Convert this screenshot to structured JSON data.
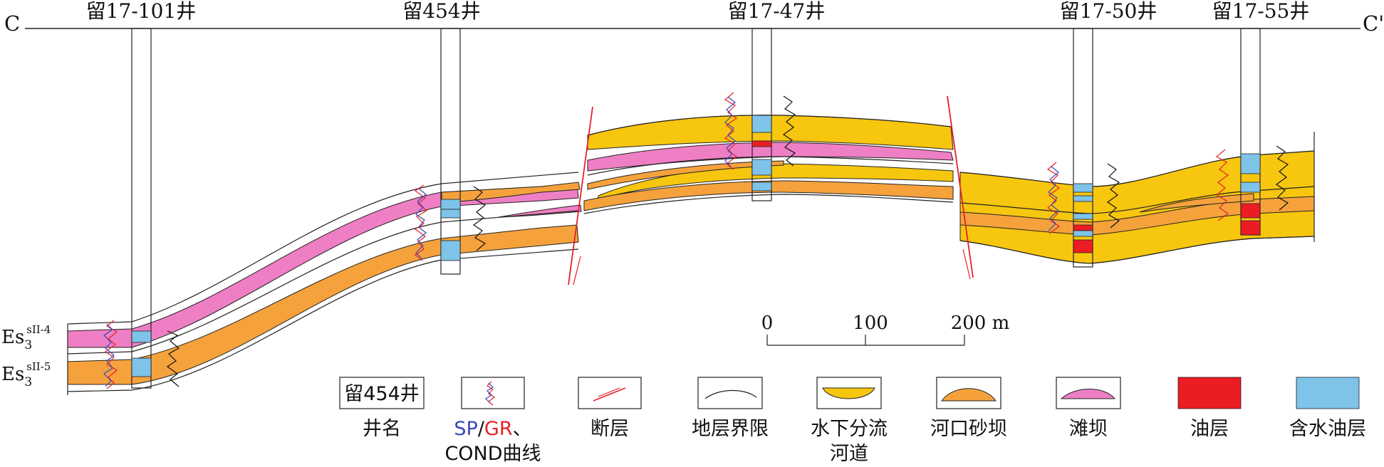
{
  "section": {
    "start_label": "C",
    "end_label": "C'",
    "wells": [
      {
        "name": "留17-101井"
      },
      {
        "name": "留454井"
      },
      {
        "name": "留17-47井"
      },
      {
        "name": "留17-50井"
      },
      {
        "name": "留17-55井"
      }
    ]
  },
  "strata": {
    "upper": {
      "prefix": "Es",
      "sub": "3",
      "sup": "sII-4"
    },
    "lower": {
      "prefix": "Es",
      "sub": "3",
      "sup": "sII-5"
    }
  },
  "scale": {
    "ticks": [
      "0",
      "100",
      "200 m"
    ]
  },
  "legend": {
    "well_box_text": "留454井",
    "items": [
      {
        "key": "well_name",
        "label": "井名"
      },
      {
        "key": "curves",
        "label_sp": "SP",
        "label_slash": "/",
        "label_gr": "GR",
        "label_tail": "、",
        "label_line2": "COND曲线"
      },
      {
        "key": "fault",
        "label": "断层"
      },
      {
        "key": "boundary",
        "label": "地层界限"
      },
      {
        "key": "channel",
        "label_line1": "水下分流",
        "label_line2": "河道"
      },
      {
        "key": "mouth_bar",
        "label": "河口砂坝"
      },
      {
        "key": "beach_bar",
        "label": "滩坝"
      },
      {
        "key": "oil",
        "label": "油层"
      },
      {
        "key": "water_oil",
        "label": "含水油层"
      }
    ]
  },
  "colors": {
    "channel": "#f7c60f",
    "mouth_bar": "#f5a23c",
    "beach_bar": "#ef7fc4",
    "oil": "#ec1c24",
    "water_oil": "#7ec3e8",
    "sp_curve": "#3a47b8",
    "gr_curve": "#e6212a",
    "cond_curve": "#111111",
    "fault": "#e6212a"
  }
}
